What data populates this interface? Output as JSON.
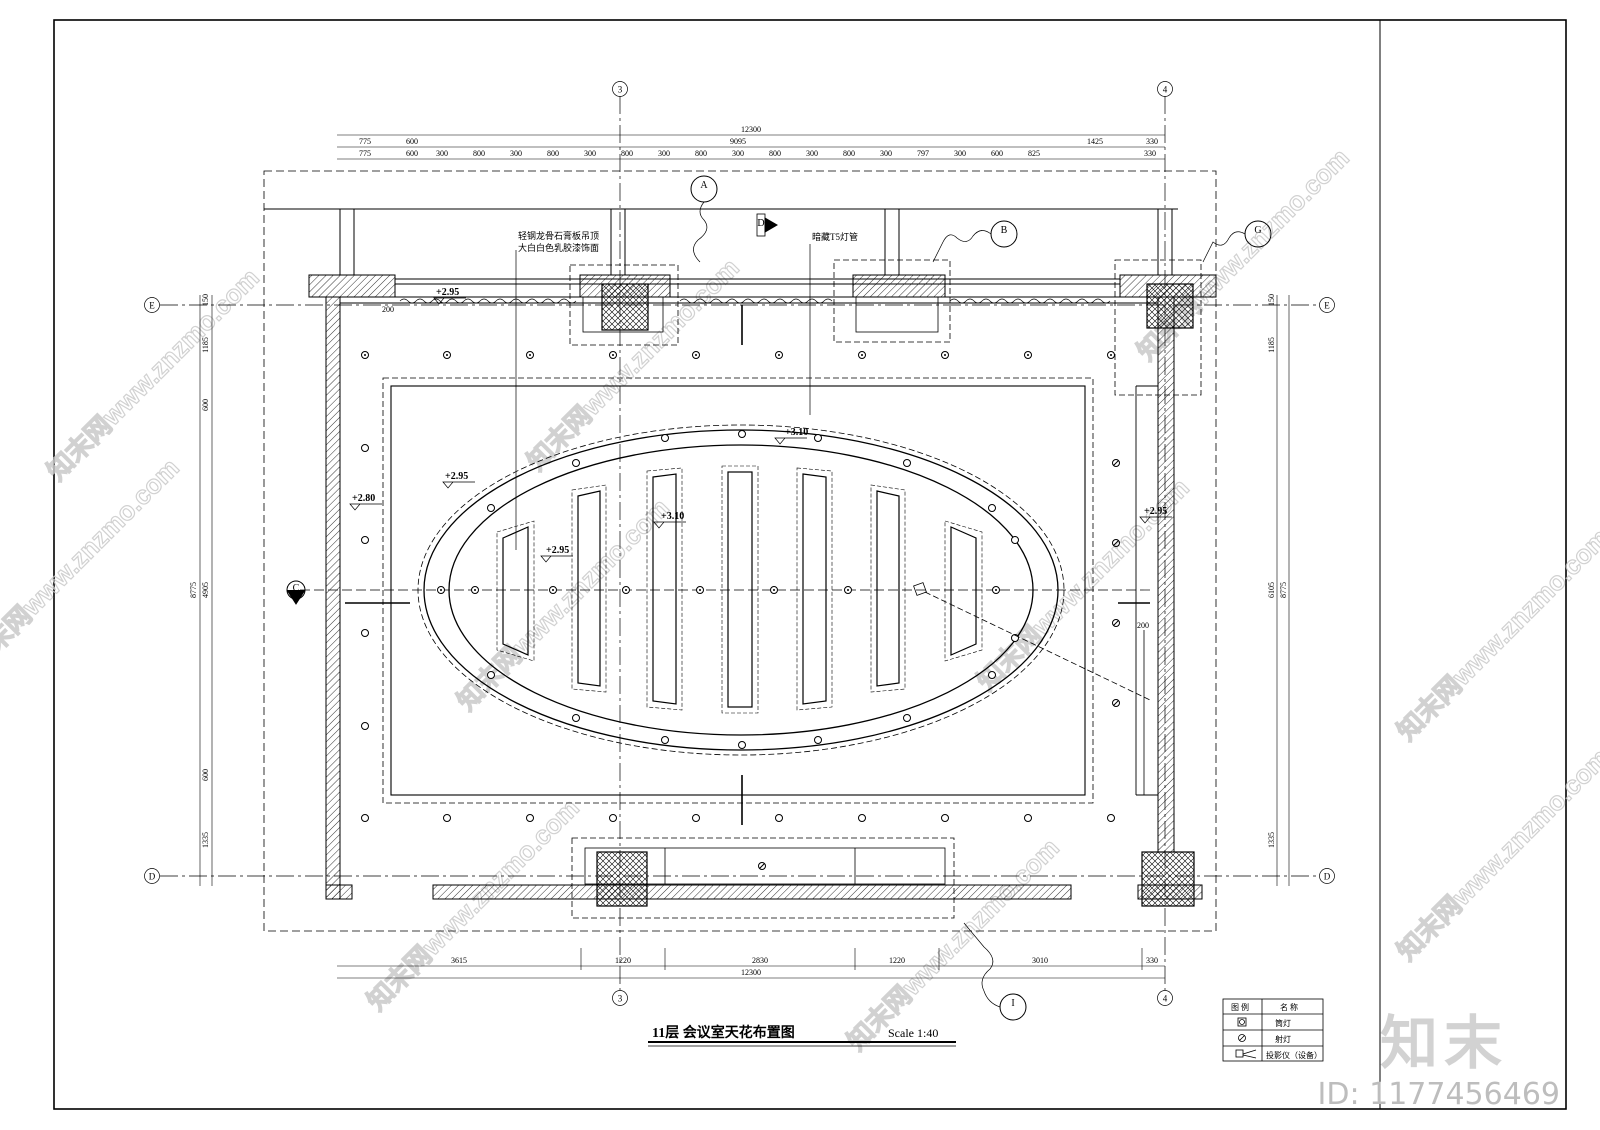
{
  "drawing": {
    "title": "11层 会议室天花布置图",
    "scale": "Scale 1:40"
  },
  "grid": {
    "col_3": "3",
    "col_4": "4",
    "row_E": "E",
    "row_D": "D"
  },
  "dims_top": {
    "overall": "12300",
    "row1": [
      "775",
      "600",
      "9095",
      "1425",
      "330"
    ],
    "row2": [
      "775",
      "600",
      "300",
      "800",
      "300",
      "800",
      "300",
      "800",
      "300",
      "800",
      "300",
      "800",
      "300",
      "800",
      "300",
      "797",
      "300",
      "600",
      "825",
      "330"
    ]
  },
  "dims_bottom": {
    "segments": [
      "3615",
      "1220",
      "2830",
      "1220",
      "3010",
      "330"
    ],
    "overall": "12300"
  },
  "dims_left": [
    "150",
    "1185",
    "600",
    "4905",
    "600",
    "1335",
    "8775"
  ],
  "dims_right": [
    "150",
    "1185",
    "6105",
    "1335",
    "8775"
  ],
  "dims_misc": [
    "200",
    "200"
  ],
  "levels": [
    "+2.95",
    "+3.10",
    "+2.95",
    "+2.80",
    "+3.10",
    "+2.95",
    "+2.95"
  ],
  "notes": {
    "gypsum_1": "轻钢龙骨石膏板吊顶",
    "gypsum_2": "大白白色乳胶漆饰面",
    "t5": "暗藏T5灯管"
  },
  "section_marks": [
    "A",
    "B",
    "C",
    "D",
    "G",
    "I"
  ],
  "legend": {
    "header_symbol": "图 例",
    "header_name": "名 称",
    "items": [
      {
        "icon": "downlight-icon",
        "name": "筒灯"
      },
      {
        "icon": "spotlight-icon",
        "name": "射灯"
      },
      {
        "icon": "projector-icon",
        "name": "投影仪（设备）"
      }
    ]
  },
  "branding": {
    "logo": "知末",
    "id": "ID: 1177456469",
    "watermark": "知末网www.znzmo.com"
  }
}
